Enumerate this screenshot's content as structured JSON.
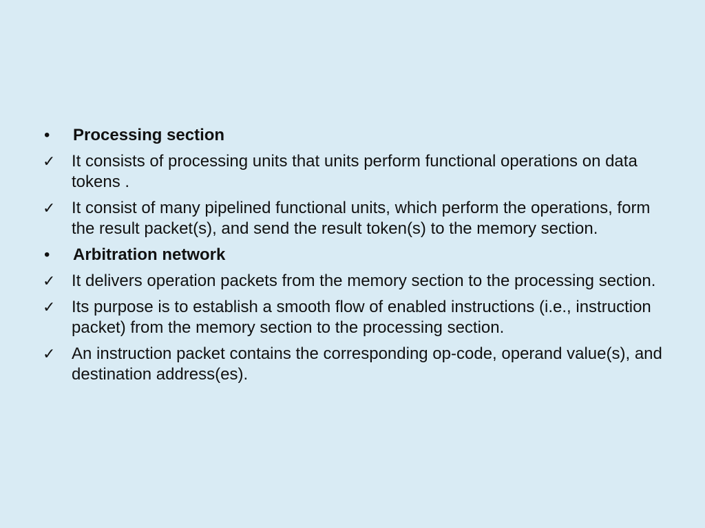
{
  "slide": {
    "background_color": "#d9ebf4",
    "items": [
      {
        "type": "bullet",
        "marker": "•",
        "text": "Processing section",
        "bold": true
      },
      {
        "type": "check",
        "marker": "✓",
        "text": "It consists of processing units that units perform functional operations on data tokens .",
        "bold": false
      },
      {
        "type": "check",
        "marker": "✓",
        "text": " It consist of many pipelined functional units, which perform the operations, form the result packet(s), and send the result token(s) to the memory section.",
        "bold": false
      },
      {
        "type": "bullet",
        "marker": "•",
        "text": " Arbitration network",
        "bold": true
      },
      {
        "type": "check",
        "marker": "✓",
        "text": "It delivers operation packets from the memory section to the processing section.",
        "bold": false
      },
      {
        "type": "check",
        "marker": "✓",
        "text": "Its purpose is to establish a smooth flow of enabled instructions (i.e., instruction packet) from the memory section to the processing section.",
        "bold": false
      },
      {
        "type": "check",
        "marker": "✓",
        "text": " An instruction packet contains the corresponding op-code, operand value(s), and destination address(es).",
        "bold": false
      }
    ]
  }
}
